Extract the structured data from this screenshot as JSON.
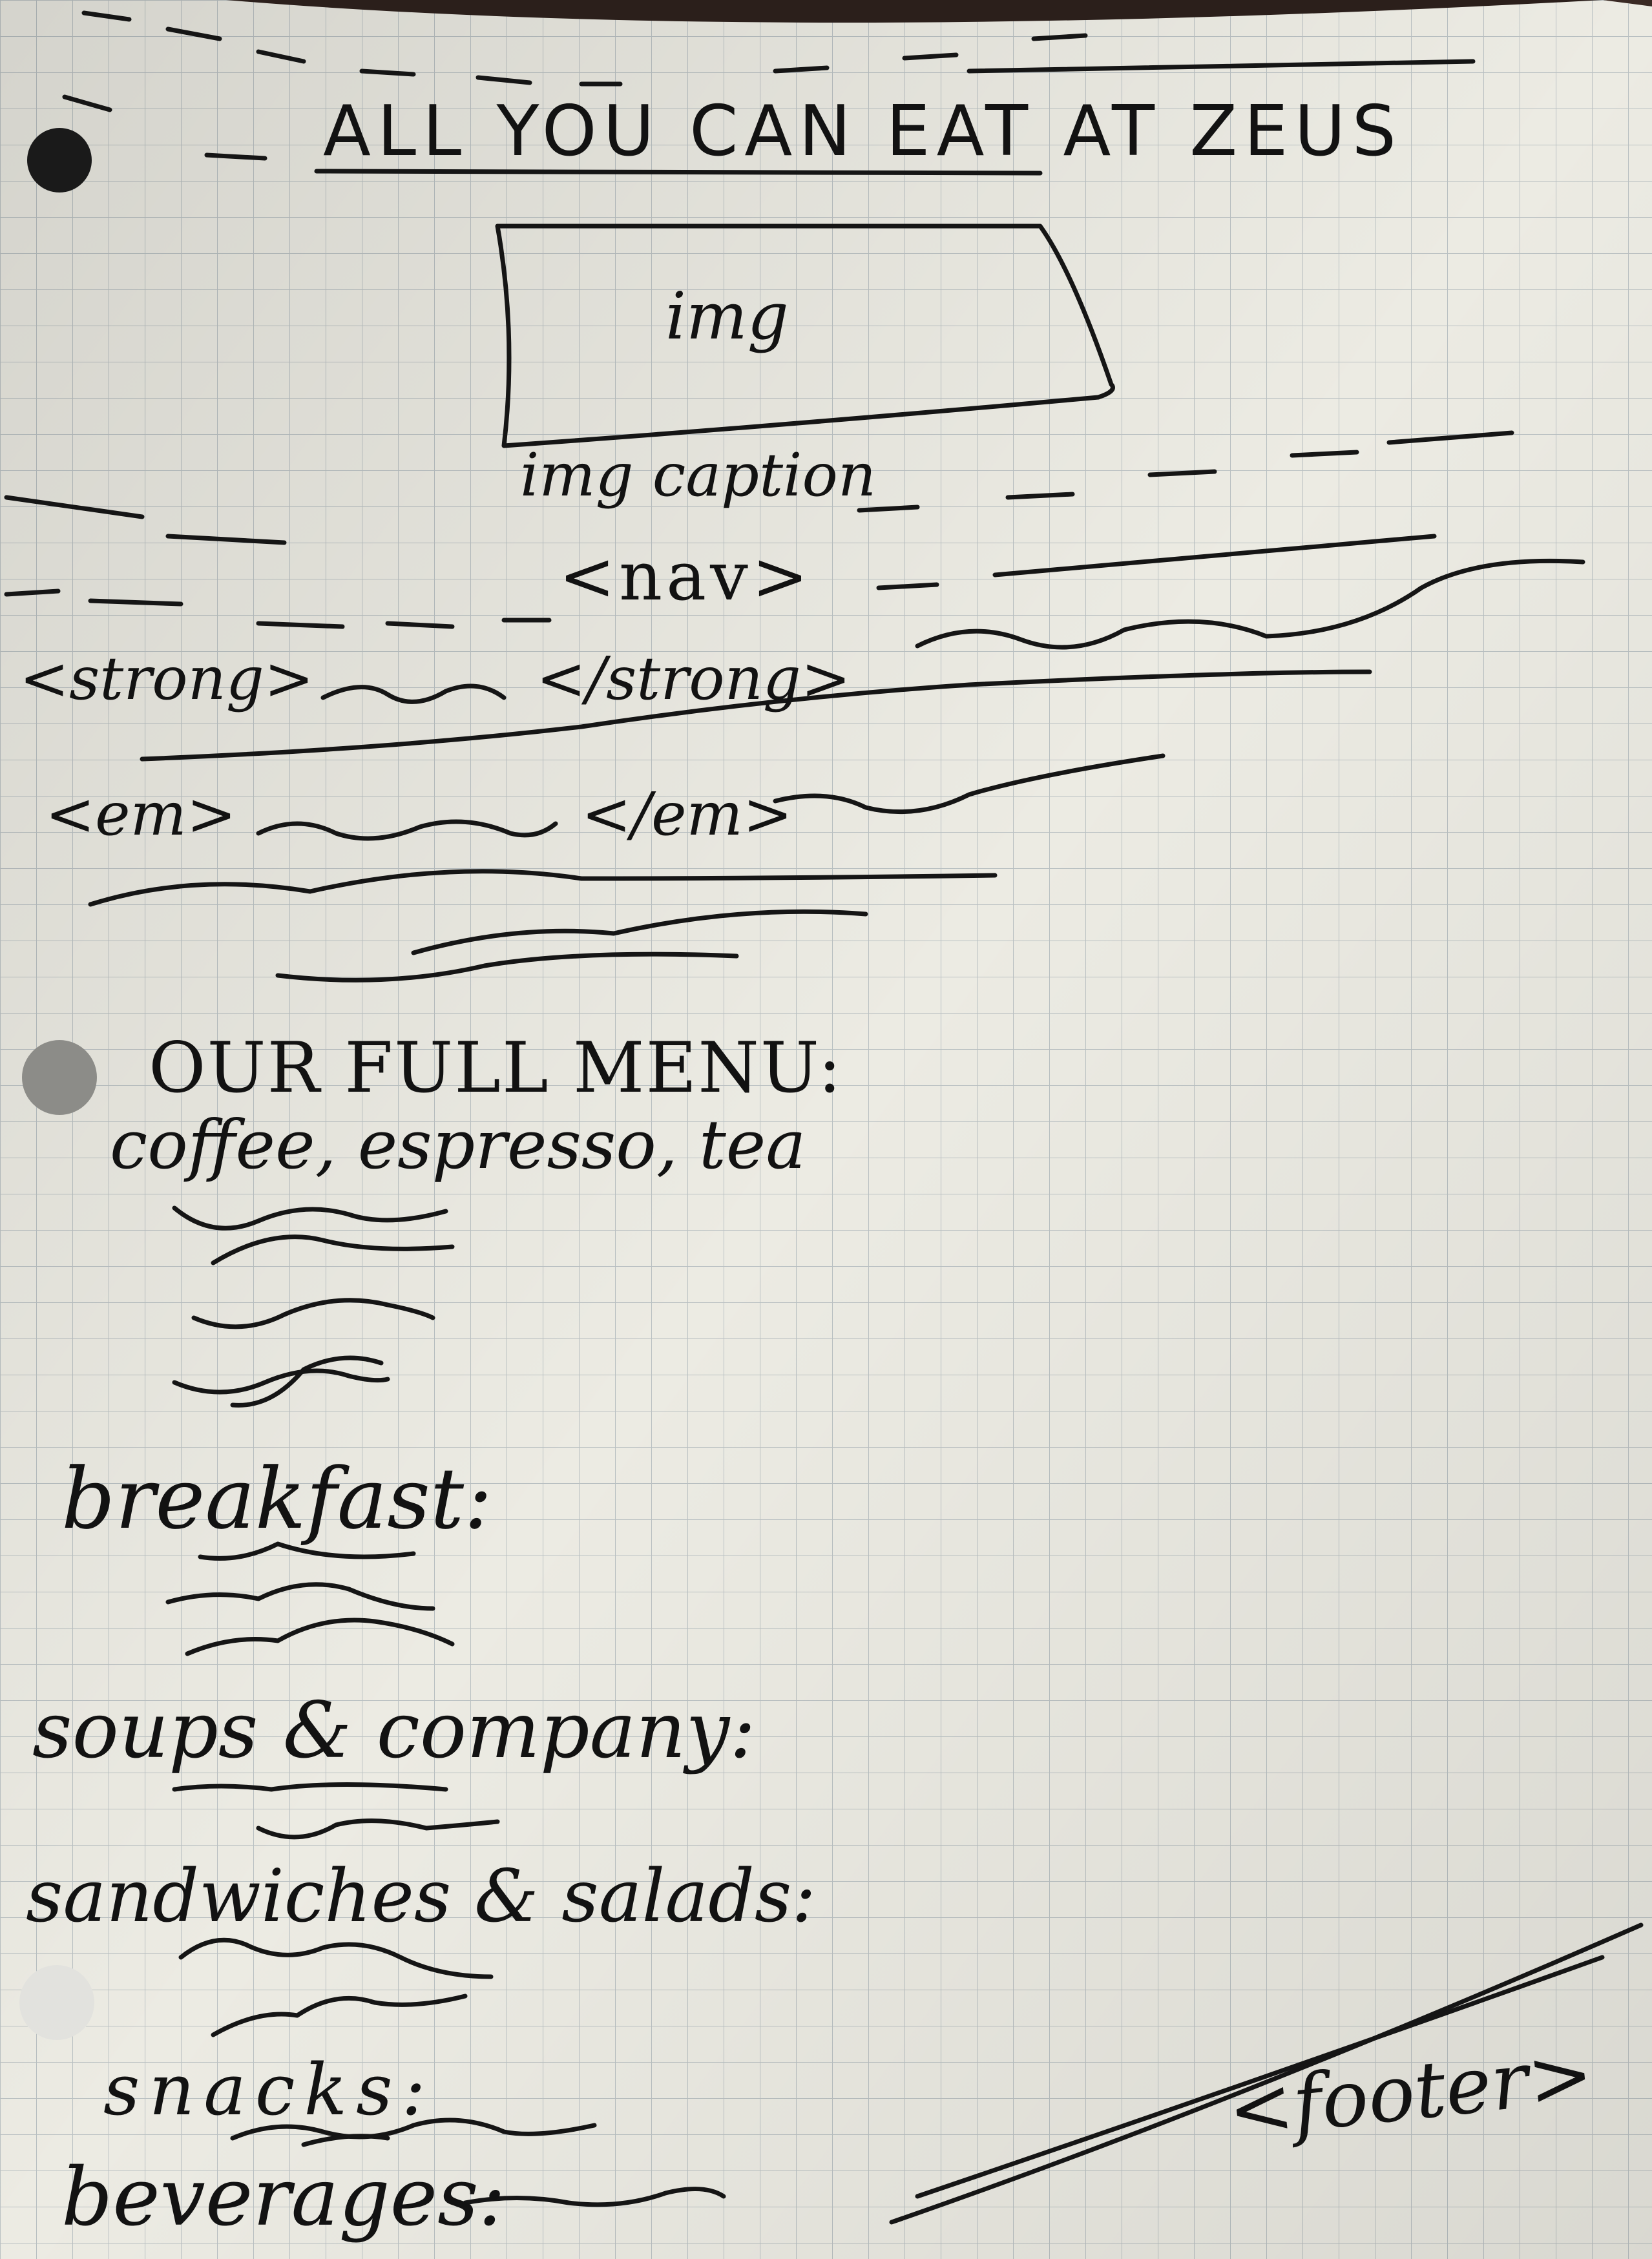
{
  "sketch": {
    "title": "ALL YOU CAN EAT AT ZEUS",
    "image_placeholder": {
      "label": "img",
      "caption": "img caption"
    },
    "nav_tag": "<nav>",
    "strong_open": "<strong>",
    "strong_close": "</strong>",
    "em_open": "<em>",
    "em_close": "</em>",
    "menu_heading": "OUR FULL MENU:",
    "menu_categories": [
      "coffee, espresso, tea",
      "breakfast:",
      "soups & company:",
      "sandwiches & salads:",
      "snacks:",
      "beverages:"
    ],
    "footer_tag": "<footer>"
  },
  "colors": {
    "paper": "#ecebe3",
    "grid": "#bcc2c4",
    "ink": "#121212",
    "background": "#3a2a24"
  }
}
